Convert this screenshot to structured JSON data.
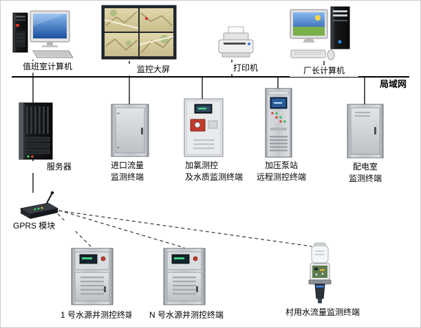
{
  "diagram": {
    "lan": {
      "label": "局域网"
    },
    "nodes": {
      "duty_computer": {
        "label": "值班室计算机"
      },
      "big_screen": {
        "label": "监控大屏"
      },
      "printer": {
        "label": "打印机"
      },
      "director_computer": {
        "label": "厂长计算机"
      },
      "server": {
        "label": "服务器"
      },
      "inlet_flow_terminal": {
        "line1": "进口流量",
        "line2": "监测终端"
      },
      "chlorination_terminal": {
        "line1": "加氯测控",
        "line2": "及水质监测终端"
      },
      "pump_station_terminal": {
        "line1": "加压泵站",
        "line2": "远程测控终端"
      },
      "power_room_terminal": {
        "line1": "配电室",
        "line2": "监测终端"
      },
      "gprs_module": {
        "label": "GPRS 模块"
      },
      "well_1_terminal": {
        "label": "1 号水源井测控终端"
      },
      "well_n_terminal": {
        "label": "N 号水源井测控终端"
      },
      "village_flow_terminal": {
        "label": "村用水流量监测终端"
      }
    },
    "colors": {
      "background": "#ffffff",
      "solid_line": "#000000",
      "dashed_line": "#333333"
    }
  }
}
